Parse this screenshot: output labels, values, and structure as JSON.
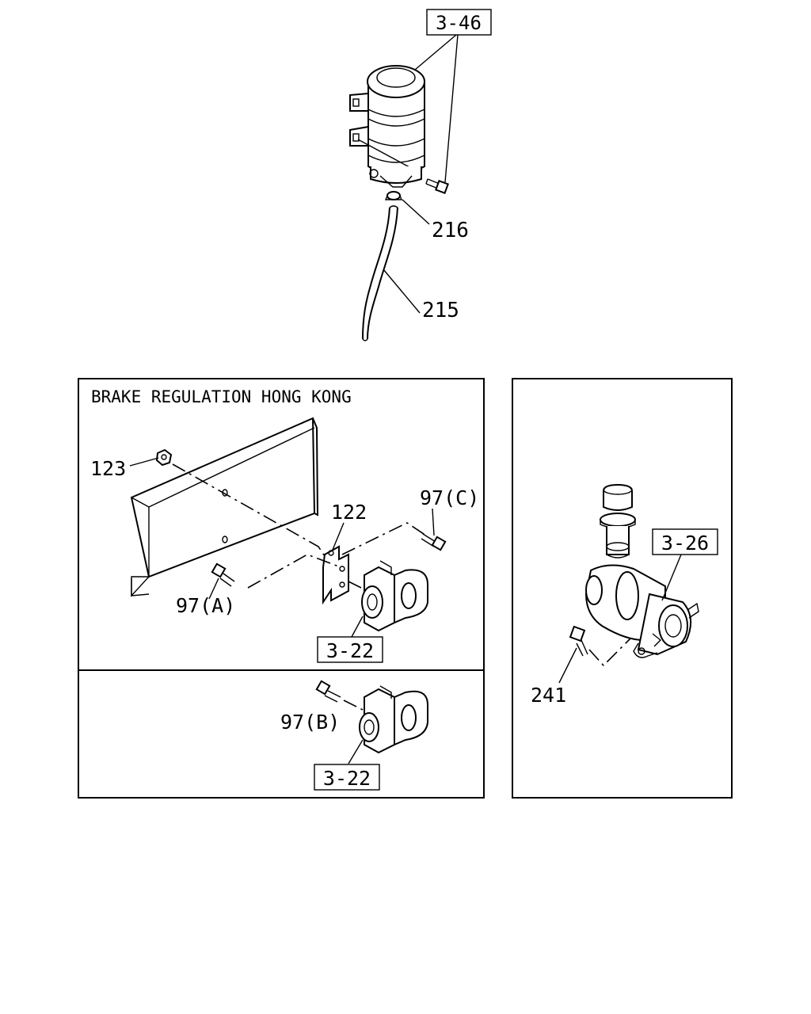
{
  "diagram": {
    "callouts": {
      "ref_3_46": "3-46",
      "part_216": "216",
      "part_215": "215",
      "part_123": "123",
      "part_122": "122",
      "part_97c": "97(C)",
      "part_97a": "97(A)",
      "ref_3_22_top": "3-22",
      "part_97b": "97(B)",
      "ref_3_22_bottom": "3-22",
      "ref_3_26": "3-26",
      "part_241": "241"
    },
    "panels": {
      "left_top": {
        "title": "BRAKE REGULATION HONG KONG"
      }
    }
  }
}
